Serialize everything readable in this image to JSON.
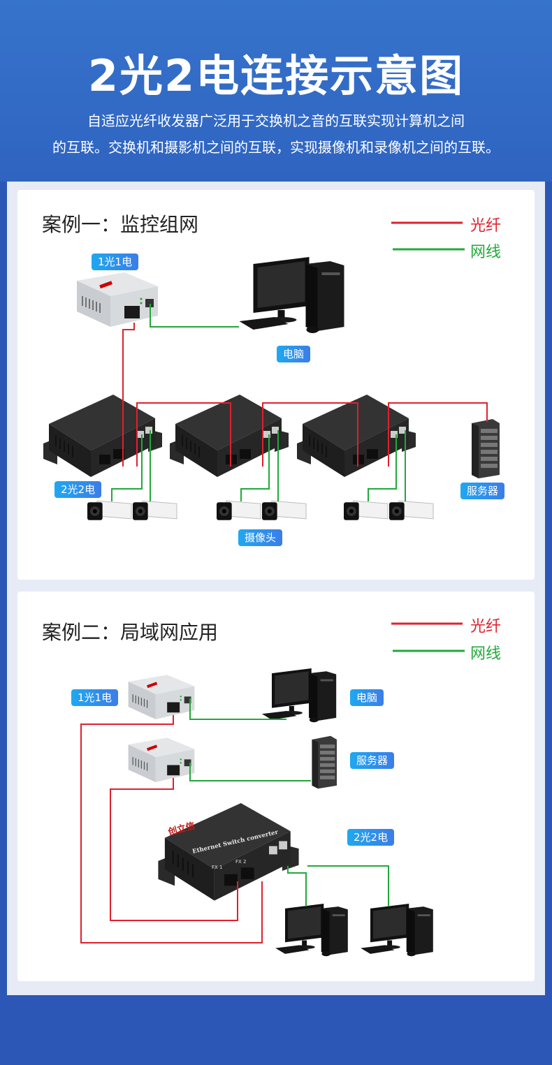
{
  "header": {
    "title": "2光2电连接示意图",
    "desc_line1": "自适应光纤收发器广泛用于交换机之音的互联实现计算机之间",
    "desc_line2": "的互联。交换机和摄影机之间的互联，实现摄像机和录像机之间的互联。"
  },
  "legend": {
    "fiber": "光纤",
    "cable": "网线",
    "fiber_color": "#e0202e",
    "cable_color": "#22a83a"
  },
  "case1": {
    "title": "案例一：监控组网",
    "labels": {
      "converter": "1光1电",
      "pc": "电脑",
      "switch": "2光2电",
      "camera": "摄像头",
      "server": "服务器"
    }
  },
  "case2": {
    "title": "案例二：局域网应用",
    "labels": {
      "converter": "1光1电",
      "pc": "电脑",
      "server": "服务器",
      "switch": "2光2电"
    }
  },
  "device_text": {
    "brand": "创立信",
    "model": "Ethernet Switch converter",
    "fx1": "FX 1",
    "fx2": "FX 2"
  }
}
